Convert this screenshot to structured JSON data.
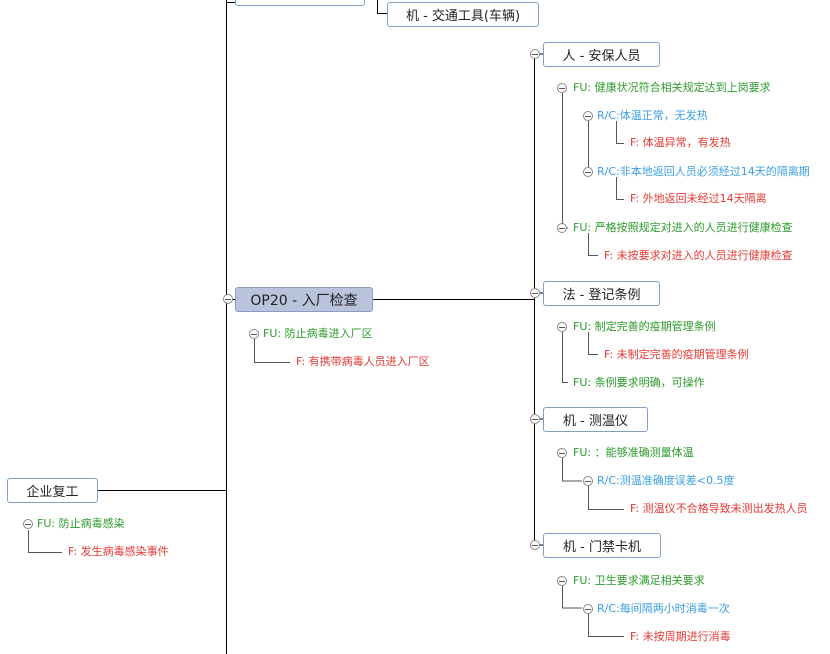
{
  "root": {
    "label": "企业复工",
    "fu": "FU: 防止病毒感染",
    "f": "F:  发生病毒感染事件"
  },
  "top_branch": {
    "label": "机 - 交通工具(车辆)"
  },
  "op20": {
    "label": "OP20 - 入厂检查",
    "fu": "FU: 防止病毒进入厂区",
    "f": "F:  有携带病毒人员进入厂区"
  },
  "person": {
    "label": "人 - 安保人员",
    "fu1": "FU: 健康状况符合相关规定达到上岗要求",
    "rc1": "R/C:体温正常，无发热",
    "f1": "F:  体温异常，有发热",
    "rc2": "R/C:非本地返回人员必须经过14天的隔离期",
    "f2": "F:  外地返回未经过14天隔离",
    "fu2": "FU: 严格按照规定对进入的人员进行健康检查",
    "f3": "F:  未按要求对进入的人员进行健康检查"
  },
  "law": {
    "label": "法 - 登记条例",
    "fu1": "FU: 制定完善的疫期管理条例",
    "f1": "F:  未制定完善的疫期管理条例",
    "fu2": "FU: 条例要求明确，可操作"
  },
  "thermo": {
    "label": "机 - 测温仪",
    "fu1": "FU: ：能够准确测量体温",
    "rc1": "R/C:测温准确度误差<0.5度",
    "f1": "F:  测温仪不合格导致未测出发热人员"
  },
  "gate": {
    "label": "机 - 门禁卡机",
    "fu1": "FU: 卫生要求满足相关要求",
    "rc1": "R/C:每间隔两小时消毒一次",
    "f1": "F:  未按周期进行消毒"
  }
}
